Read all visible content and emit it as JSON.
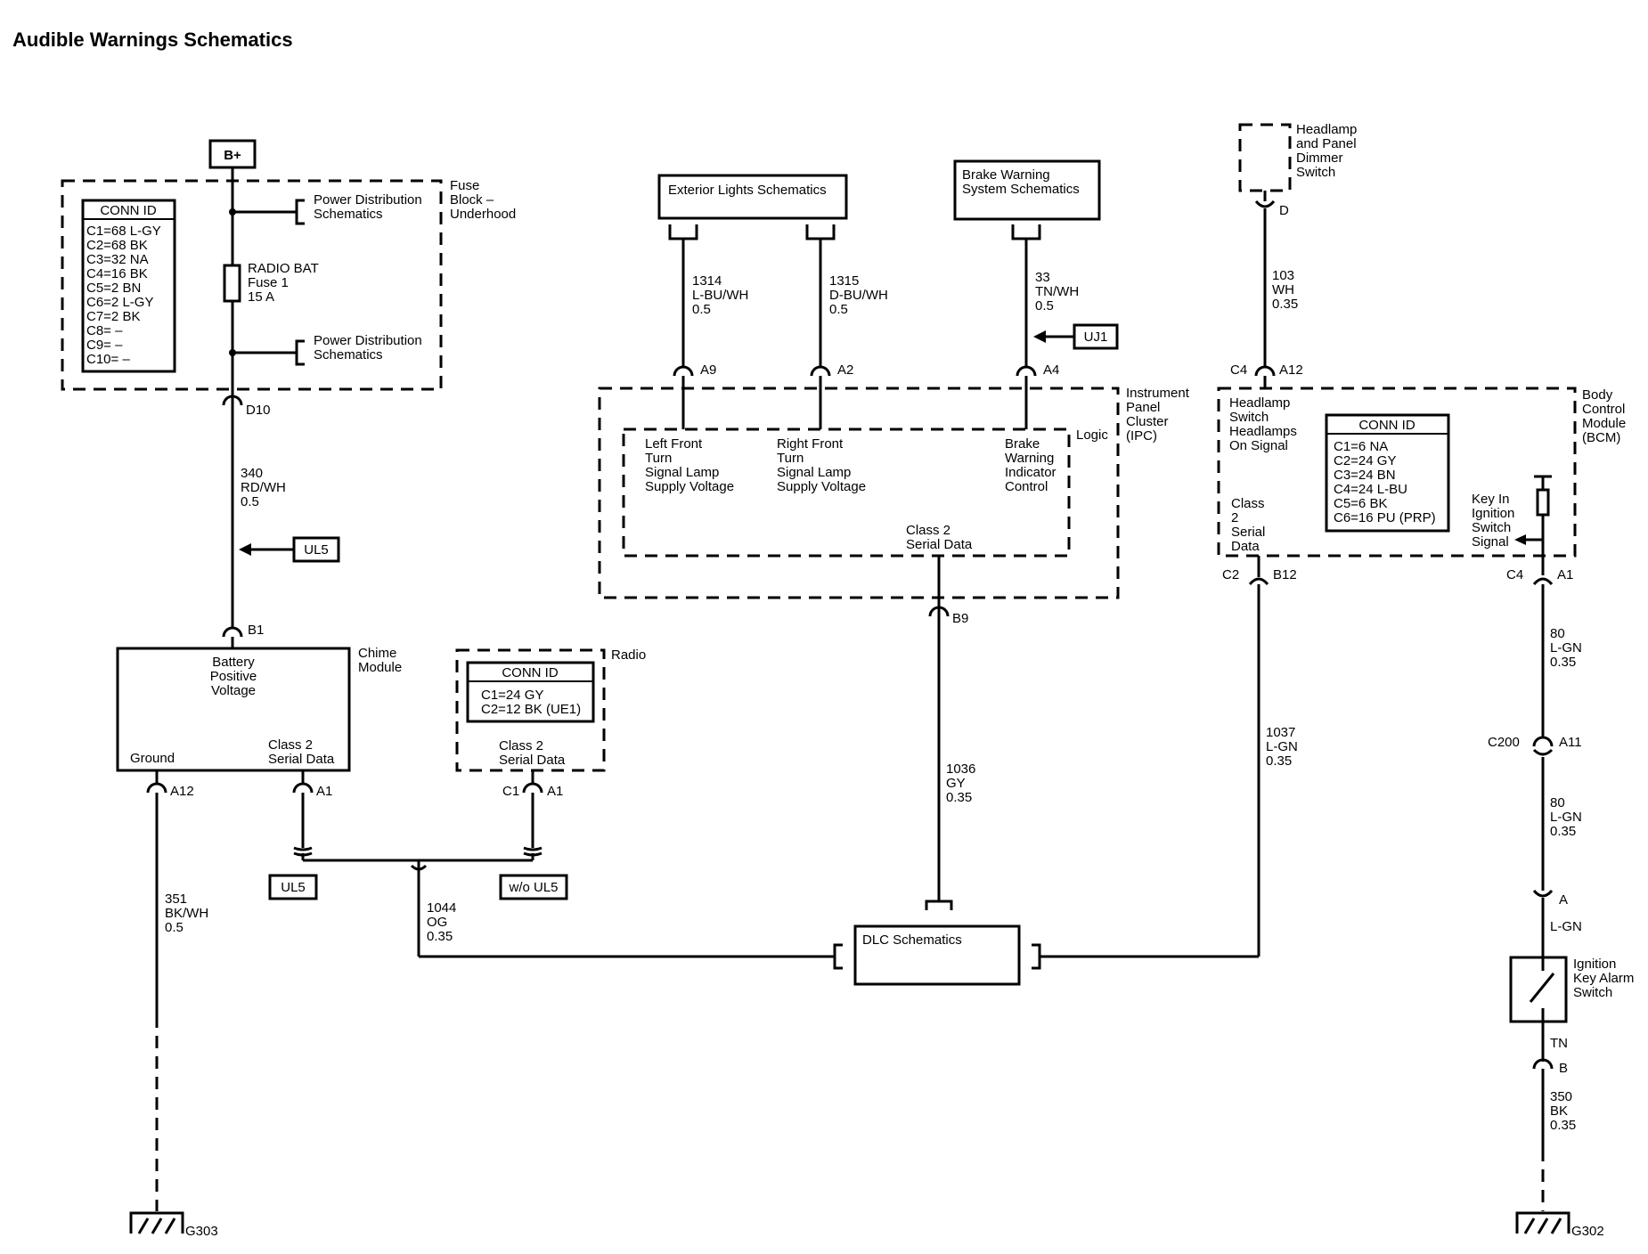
{
  "title": "Audible Warnings Schematics",
  "power": {
    "bplus": "B+"
  },
  "fuse_block": {
    "name": [
      "Fuse",
      "Block –",
      "Underhood"
    ],
    "pd_top": [
      "Power Distribution",
      "Schematics"
    ],
    "pd_bottom": [
      "Power Distribution",
      "Schematics"
    ],
    "fuse_label": [
      "RADIO BAT",
      "Fuse 1",
      "15 A"
    ],
    "conn_title": "CONN ID",
    "conn_rows": [
      "C1=68 L-GY",
      "C2=68 BK",
      "C3=32 NA",
      "C4=16 BK",
      "C5=2 BN",
      "C6=2 L-GY",
      "C7=2 BK",
      "C8= –",
      "C9= –",
      "C10= –"
    ],
    "connector": "D10"
  },
  "wire_340": {
    "lines": [
      "340",
      "RD/WH",
      "0.5"
    ],
    "option": "UL5"
  },
  "chime": {
    "pin_top": "B1",
    "name": [
      "Chime",
      "Module"
    ],
    "batt": [
      "Battery",
      "Positive",
      "Voltage"
    ],
    "ground": "Ground",
    "serial": [
      "Class 2",
      "Serial Data"
    ],
    "pin_ground": "A12",
    "pin_serial": "A1"
  },
  "radio": {
    "name": "Radio",
    "conn_title": "CONN ID",
    "conn_rows": [
      "C1=24 GY",
      "C2=12 BK (UE1)"
    ],
    "serial": [
      "Class 2",
      "Serial Data"
    ],
    "pin_c": "C1",
    "pin_a": "A1"
  },
  "options": {
    "ul5": "UL5",
    "wo_ul5": "w/o UL5"
  },
  "wire_351": [
    "351",
    "BK/WH",
    "0.5"
  ],
  "g303": "G303",
  "wire_1044": [
    "1044",
    "OG",
    "0.35"
  ],
  "dlc": "DLC Schematics",
  "exterior": "Exterior Lights Schematics",
  "brake_sys": [
    "Brake Warning",
    "System Schematics"
  ],
  "wire_1314": [
    "1314",
    "L-BU/WH",
    "0.5"
  ],
  "wire_1315": [
    "1315",
    "D-BU/WH",
    "0.5"
  ],
  "wire_33": [
    "33",
    "TN/WH",
    "0.5"
  ],
  "uj1": "UJ1",
  "ipc": {
    "pins": [
      "A9",
      "A2",
      "A4"
    ],
    "name": [
      "Instrument",
      "Panel",
      "Cluster",
      "(IPC)"
    ],
    "logic": "Logic",
    "lf": [
      "Left Front",
      "Turn",
      "Signal Lamp",
      "Supply Voltage"
    ],
    "rf": [
      "Right Front",
      "Turn",
      "Signal Lamp",
      "Supply Voltage"
    ],
    "brake": [
      "Brake",
      "Warning",
      "Indicator",
      "Control"
    ],
    "serial": [
      "Class 2",
      "Serial Data"
    ],
    "pin_b9": "B9"
  },
  "wire_1036": [
    "1036",
    "GY",
    "0.35"
  ],
  "dimmer": {
    "name": [
      "Headlamp",
      "and Panel",
      "Dimmer",
      "Switch"
    ],
    "pin": "D"
  },
  "wire_103": [
    "103",
    "WH",
    "0.35"
  ],
  "bcm": {
    "c4_top": "C4",
    "a12": "A12",
    "name": [
      "Body",
      "Control",
      "Module",
      "(BCM)"
    ],
    "headlamp": [
      "Headlamp",
      "Switch",
      "Headlamps",
      "On Signal"
    ],
    "conn_title": "CONN ID",
    "conn_rows": [
      "C1=6 NA",
      "C2=24 GY",
      "C3=24 BN",
      "C4=24 L-BU",
      "C5=6 BK",
      "C6=16 PU (PRP)"
    ],
    "serial": [
      "Class",
      "2",
      "Serial",
      "Data"
    ],
    "key_in": [
      "Key In",
      "Ignition",
      "Switch",
      "Signal"
    ],
    "c2": "C2",
    "b12": "B12",
    "c4_bottom": "C4",
    "a1": "A1"
  },
  "wire_1037": [
    "1037",
    "L-GN",
    "0.35"
  ],
  "wire_80a": [
    "80",
    "L-GN",
    "0.35"
  ],
  "c200": "C200",
  "a11": "A11",
  "wire_80b": [
    "80",
    "L-GN",
    "0.35"
  ],
  "pin_a": "A",
  "lgn": "L-GN",
  "ign_switch": [
    "Ignition",
    "Key Alarm",
    "Switch"
  ],
  "tn": "TN",
  "pin_b": "B",
  "wire_350": [
    "350",
    "BK",
    "0.35"
  ],
  "g302": "G302"
}
